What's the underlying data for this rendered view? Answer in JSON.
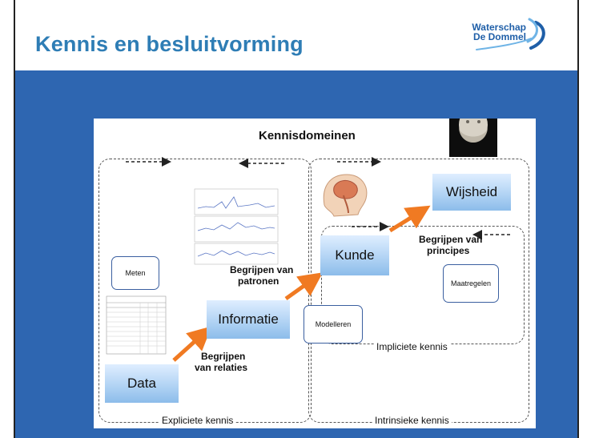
{
  "slide": {
    "title": "Kennis en besluitvorming",
    "logo": {
      "line1": "Waterschap",
      "line2": "De Dommel"
    }
  },
  "diagram": {
    "title": "Kennisdomeinen",
    "stages": {
      "data": "Data",
      "informatie": "Informatie",
      "kunde": "Kunde",
      "wijsheid": "Wijsheid"
    },
    "transitions": {
      "relaties_line1": "Begrijpen",
      "relaties_line2": "van relaties",
      "patronen_line1": "Begrijpen van",
      "patronen_line2": "patronen",
      "principes_line1": "Begrijpen van",
      "principes_line2": "principes"
    },
    "activities": {
      "meten": "Meten",
      "modelleren": "Modelleren",
      "maatregelen": "Maatregelen"
    },
    "regions": {
      "expliciet": "Expliciete kennis",
      "impliciet": "Impliciete kennis",
      "intrinsiek": "Intrinsieke kennis"
    },
    "colors": {
      "title": "#2e7db5",
      "band": "#2e66b1",
      "arrow": "#f07a22",
      "box_border": "#3a5fa0"
    }
  }
}
